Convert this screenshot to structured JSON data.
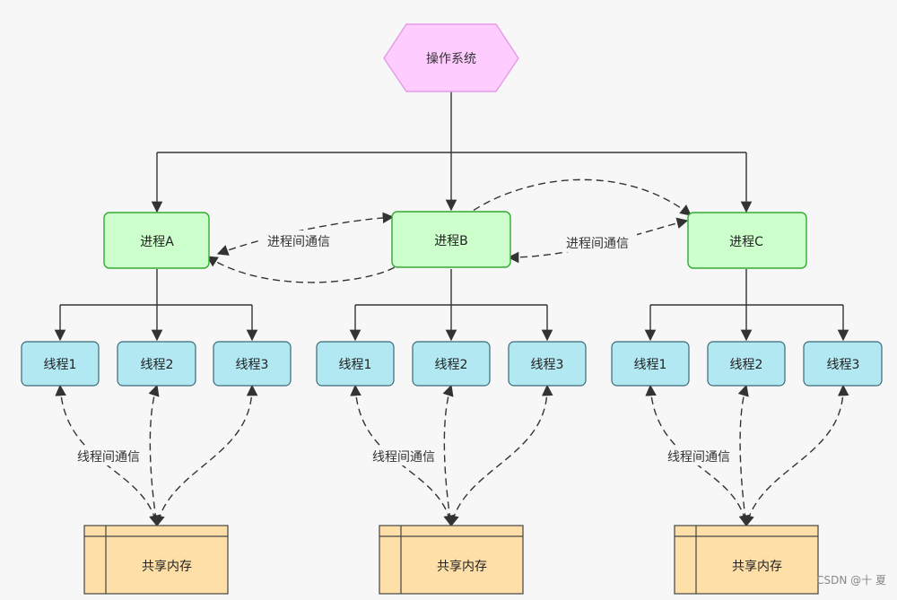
{
  "os": {
    "label": "操作系统"
  },
  "processes": [
    {
      "label": "进程A"
    },
    {
      "label": "进程B"
    },
    {
      "label": "进程C"
    }
  ],
  "threads": [
    [
      "线程1",
      "线程2",
      "线程3"
    ],
    [
      "线程1",
      "线程2",
      "线程3"
    ],
    [
      "线程1",
      "线程2",
      "线程3"
    ]
  ],
  "shared_memory": [
    "共享内存",
    "共享内存",
    "共享内存"
  ],
  "ipc_labels": [
    "进程间通信",
    "进程间通信"
  ],
  "thread_comm_labels": [
    "线程间通信",
    "线程间通信",
    "线程间通信"
  ],
  "watermark": "CSDN @十 夏",
  "colors": {
    "os_fill": "#ffccff",
    "os_stroke": "#e69ae6",
    "process_fill": "#ccffcc",
    "process_stroke": "#33aa33",
    "thread_fill": "#b1e8f1",
    "thread_stroke": "#3a6a78",
    "memory_fill": "#ffdfa8",
    "memory_stroke": "#444444",
    "line": "#333333"
  }
}
